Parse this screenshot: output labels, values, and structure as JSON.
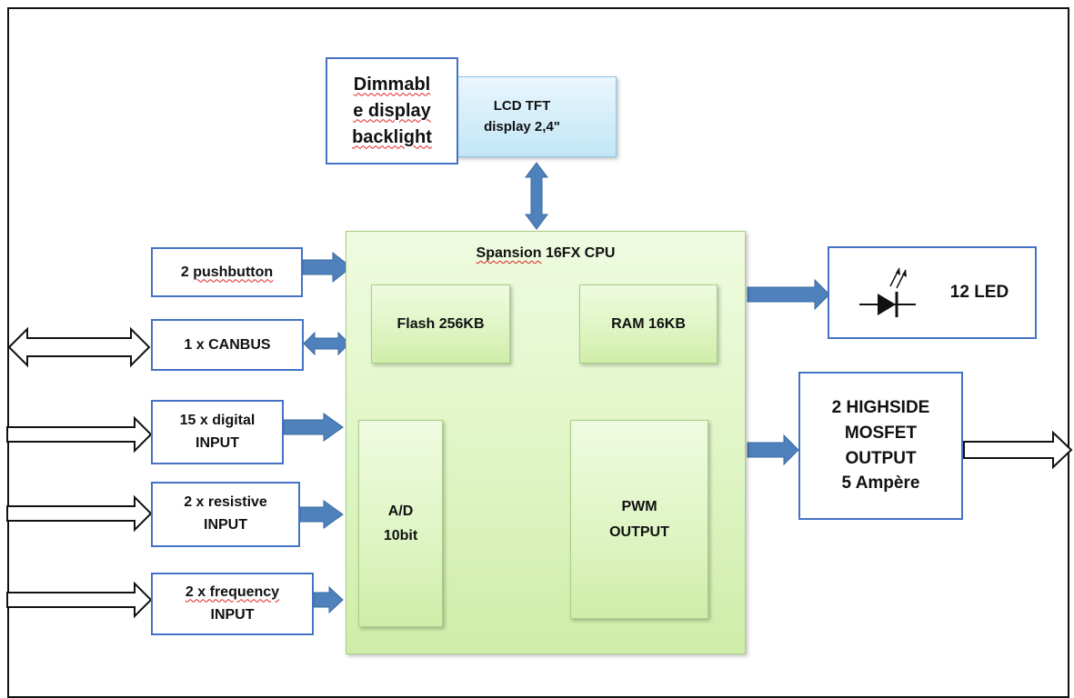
{
  "backlight": {
    "line1": "Dimmabl",
    "line2": "e display",
    "line3": "backlight"
  },
  "lcd": {
    "line1": "LCD TFT",
    "line2": "display 2,4\""
  },
  "cpu": {
    "title_word1": "Spansion",
    "title_rest": " 16FX CPU"
  },
  "flash": {
    "label": "Flash 256KB"
  },
  "ram": {
    "label": "RAM 16KB"
  },
  "adc": {
    "line1": "A/D",
    "line2": "10bit"
  },
  "pwm": {
    "line1": "PWM",
    "line2": "OUTPUT"
  },
  "inputs": {
    "pushbutton": {
      "prefix": "2 ",
      "word": "pushbutton"
    },
    "canbus": {
      "label": "1 x CANBUS"
    },
    "digital": {
      "line1": "15 x digital",
      "line2": "INPUT"
    },
    "resistive": {
      "line1": "2 x resistive",
      "line2": "INPUT"
    },
    "frequency": {
      "line1": "2 x frequency",
      "line2": "INPUT"
    }
  },
  "led": {
    "label": "12 LED"
  },
  "highside": {
    "line1": "2 HIGHSIDE",
    "line2": "MOSFET",
    "line3": "OUTPUT",
    "line4": "5 Ampère"
  },
  "colors": {
    "arrow_fill": "#4f81bd",
    "box_border": "#4472c4",
    "cpu_fill": "#dff5c5"
  }
}
